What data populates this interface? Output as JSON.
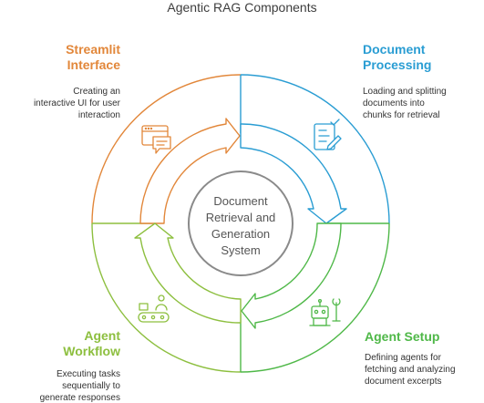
{
  "title": "Agentic RAG Components",
  "center": "Document Retrieval and Generation System",
  "sections": {
    "streamlit": {
      "heading": "Streamlit Interface",
      "description": "Creating an interactive UI for user interaction",
      "color": "#E2873A",
      "icon": "chat-window-icon"
    },
    "processing": {
      "heading": "Document Processing",
      "description": "Loading and splitting documents into chunks for retrieval",
      "color": "#2A9DD3",
      "icon": "document-edit-icon"
    },
    "setup": {
      "heading": "Agent Setup",
      "description": "Defining agents for fetching and analyzing document excerpts",
      "color": "#4FB848",
      "icon": "robot-tools-icon"
    },
    "workflow": {
      "heading": "Agent Workflow",
      "description": "Executing tasks sequentially to generate responses",
      "color": "#8DBF3F",
      "icon": "conveyor-worker-icon"
    }
  }
}
